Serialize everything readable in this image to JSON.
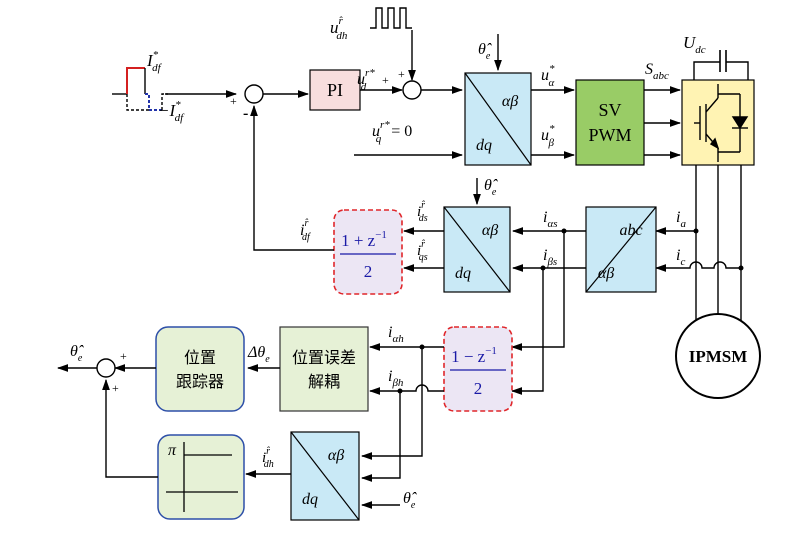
{
  "blocks": {
    "pi": "PI",
    "svpwm_line1": "SV",
    "svpwm_line2": "PWM",
    "ipmsm": "IPMSM",
    "tracker_line1": "位置",
    "tracker_line2": "跟踪器",
    "decoupler_line1": "位置误差",
    "decoupler_line2": "解耦",
    "filter_plus_num": "1 + z",
    "filter_minus_num": "1 − z",
    "filter_exp": "−1",
    "filter_den": "2",
    "pi_symbol": "π"
  },
  "transforms": {
    "alphabeta": "αβ",
    "dq": "dq",
    "abc": "abc"
  },
  "signals": {
    "u_dh": "u",
    "u_dh_sup": "r̂",
    "u_dh_sub": "dh",
    "theta_e": "θ̂",
    "theta_sub": "e",
    "idf_ref": "I",
    "idf_ref_sup": "*",
    "idf_ref_sub": "df",
    "neg_idf": "−I",
    "ud": "u",
    "ud_sup": "r*",
    "ud_sub": "d",
    "uq_expr": "u",
    "uq_sup": "r*",
    "uq_sub": "q",
    "uq_val": " = 0",
    "ualpha": "u",
    "ualpha_sup": "*",
    "ualpha_sub": "α",
    "ubeta": "u",
    "ubeta_sup": "*",
    "ubeta_sub": "β",
    "sabc": "S",
    "sabc_sub": "abc",
    "udc": "U",
    "udc_sub": "dc",
    "i": "i",
    "hat_r": "r̂",
    "sub_df": "df",
    "sub_ds": "ds",
    "sub_qs": "qs",
    "sub_as": "αs",
    "sub_bs": "βs",
    "sub_a": "a",
    "sub_c": "c",
    "sub_ah": "αh",
    "sub_bh": "βh",
    "sub_dh": "dh",
    "delta_theta": "Δθ",
    "plus": "+",
    "minus": "-"
  },
  "colors": {
    "pi_fill": "#f8dede",
    "transform_fill": "#c9e9f6",
    "svpwm_fill": "#99cc66",
    "inverter_fill": "#fff3b3",
    "filter_fill": "#ece6f4",
    "filter_border": "#e0262a",
    "filter_text": "#1a1aa6",
    "tracker_fill": "#e6f1d6",
    "tracker_border": "#2d4fa8",
    "decoupler_fill": "#e6f1d6",
    "motor_fill": "#ffffff",
    "pulse_red": "#d42020",
    "pulse_blue": "#2233aa"
  }
}
